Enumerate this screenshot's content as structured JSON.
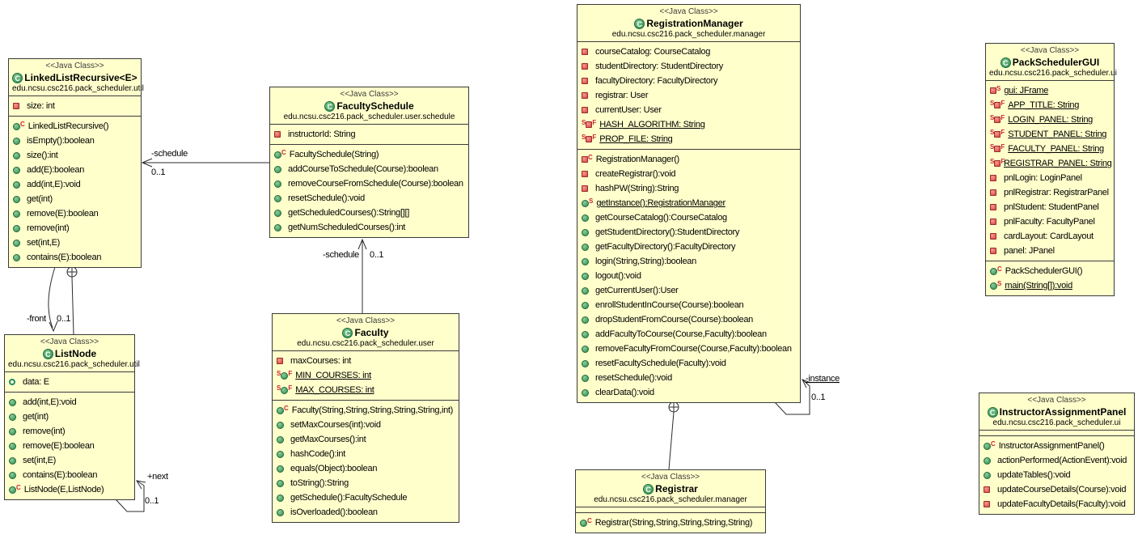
{
  "diagram": {
    "kind": "UML class diagram",
    "class_icon_letter": "C",
    "modifier_letters": {
      "static": "S",
      "final": "F",
      "constructor": "C"
    },
    "colors": {
      "background": "#ffffff",
      "class_fill": "#ffffcc",
      "border": "#3a3a3a",
      "public_icon": "#3f9e5e",
      "private_icon": "#d84343",
      "package_icon": "#1f8a70",
      "modifier_letter": "#cc2430"
    }
  },
  "classes": [
    {
      "id": "LinkedListRecursive",
      "stereotype": "<<Java Class>>",
      "name": "LinkedListRecursive<E>",
      "package": "edu.ncsu.csc216.pack_scheduler.util",
      "fields": [
        {
          "visibility": "private",
          "modifiers": [],
          "underline": false,
          "label": "size: int"
        }
      ],
      "methods": [
        {
          "visibility": "public",
          "modifiers": [
            "constructor"
          ],
          "underline": false,
          "label": "LinkedListRecursive()"
        },
        {
          "visibility": "public",
          "modifiers": [],
          "underline": false,
          "label": "isEmpty():boolean"
        },
        {
          "visibility": "public",
          "modifiers": [],
          "underline": false,
          "label": "size():int"
        },
        {
          "visibility": "public",
          "modifiers": [],
          "underline": false,
          "label": "add(E):boolean"
        },
        {
          "visibility": "public",
          "modifiers": [],
          "underline": false,
          "label": "add(int,E):void"
        },
        {
          "visibility": "public",
          "modifiers": [],
          "underline": false,
          "label": "get(int)"
        },
        {
          "visibility": "public",
          "modifiers": [],
          "underline": false,
          "label": "remove(E):boolean"
        },
        {
          "visibility": "public",
          "modifiers": [],
          "underline": false,
          "label": "remove(int)"
        },
        {
          "visibility": "public",
          "modifiers": [],
          "underline": false,
          "label": "set(int,E)"
        },
        {
          "visibility": "public",
          "modifiers": [],
          "underline": false,
          "label": "contains(E):boolean"
        }
      ]
    },
    {
      "id": "FacultySchedule",
      "stereotype": "<<Java Class>>",
      "name": "FacultySchedule",
      "package": "edu.ncsu.csc216.pack_scheduler.user.schedule",
      "fields": [
        {
          "visibility": "private",
          "modifiers": [],
          "underline": false,
          "label": "instructorId: String"
        }
      ],
      "methods": [
        {
          "visibility": "public",
          "modifiers": [
            "constructor"
          ],
          "underline": false,
          "label": "FacultySchedule(String)"
        },
        {
          "visibility": "public",
          "modifiers": [],
          "underline": false,
          "label": "addCourseToSchedule(Course):boolean"
        },
        {
          "visibility": "public",
          "modifiers": [],
          "underline": false,
          "label": "removeCourseFromSchedule(Course):boolean"
        },
        {
          "visibility": "public",
          "modifiers": [],
          "underline": false,
          "label": "resetSchedule():void"
        },
        {
          "visibility": "public",
          "modifiers": [],
          "underline": false,
          "label": "getScheduledCourses():String[][]"
        },
        {
          "visibility": "public",
          "modifiers": [],
          "underline": false,
          "label": "getNumScheduledCourses():int"
        }
      ]
    },
    {
      "id": "ListNode",
      "stereotype": "<<Java Class>>",
      "name": "ListNode",
      "package": "edu.ncsu.csc216.pack_scheduler.util",
      "fields": [
        {
          "visibility": "package",
          "modifiers": [],
          "underline": false,
          "label": "data: E"
        }
      ],
      "methods": [
        {
          "visibility": "public",
          "modifiers": [],
          "underline": false,
          "label": "add(int,E):void"
        },
        {
          "visibility": "public",
          "modifiers": [],
          "underline": false,
          "label": "get(int)"
        },
        {
          "visibility": "public",
          "modifiers": [],
          "underline": false,
          "label": "remove(int)"
        },
        {
          "visibility": "public",
          "modifiers": [],
          "underline": false,
          "label": "remove(E):boolean"
        },
        {
          "visibility": "public",
          "modifiers": [],
          "underline": false,
          "label": "set(int,E)"
        },
        {
          "visibility": "public",
          "modifiers": [],
          "underline": false,
          "label": "contains(E):boolean"
        },
        {
          "visibility": "public",
          "modifiers": [
            "constructor"
          ],
          "underline": false,
          "label": "ListNode(E,ListNode)"
        }
      ]
    },
    {
      "id": "Faculty",
      "stereotype": "<<Java Class>>",
      "name": "Faculty",
      "package": "edu.ncsu.csc216.pack_scheduler.user",
      "fields": [
        {
          "visibility": "private",
          "modifiers": [],
          "underline": false,
          "label": "maxCourses: int"
        },
        {
          "visibility": "public",
          "modifiers": [
            "static",
            "final"
          ],
          "underline": true,
          "label": "MIN_COURSES: int"
        },
        {
          "visibility": "public",
          "modifiers": [
            "static",
            "final"
          ],
          "underline": true,
          "label": "MAX_COURSES: int"
        }
      ],
      "methods": [
        {
          "visibility": "public",
          "modifiers": [
            "constructor"
          ],
          "underline": false,
          "label": "Faculty(String,String,String,String,String,int)"
        },
        {
          "visibility": "public",
          "modifiers": [],
          "underline": false,
          "label": "setMaxCourses(int):void"
        },
        {
          "visibility": "public",
          "modifiers": [],
          "underline": false,
          "label": "getMaxCourses():int"
        },
        {
          "visibility": "public",
          "modifiers": [],
          "underline": false,
          "label": "hashCode():int"
        },
        {
          "visibility": "public",
          "modifiers": [],
          "underline": false,
          "label": "equals(Object):boolean"
        },
        {
          "visibility": "public",
          "modifiers": [],
          "underline": false,
          "label": "toString():String"
        },
        {
          "visibility": "public",
          "modifiers": [],
          "underline": false,
          "label": "getSchedule():FacultySchedule"
        },
        {
          "visibility": "public",
          "modifiers": [],
          "underline": false,
          "label": "isOverloaded():boolean"
        }
      ]
    },
    {
      "id": "RegistrationManager",
      "stereotype": "<<Java Class>>",
      "name": "RegistrationManager",
      "package": "edu.ncsu.csc216.pack_scheduler.manager",
      "fields": [
        {
          "visibility": "private",
          "modifiers": [],
          "underline": false,
          "label": "courseCatalog: CourseCatalog"
        },
        {
          "visibility": "private",
          "modifiers": [],
          "underline": false,
          "label": "studentDirectory: StudentDirectory"
        },
        {
          "visibility": "private",
          "modifiers": [],
          "underline": false,
          "label": "facultyDirectory: FacultyDirectory"
        },
        {
          "visibility": "private",
          "modifiers": [],
          "underline": false,
          "label": "registrar: User"
        },
        {
          "visibility": "private",
          "modifiers": [],
          "underline": false,
          "label": "currentUser: User"
        },
        {
          "visibility": "private",
          "modifiers": [
            "static",
            "final"
          ],
          "underline": true,
          "label": "HASH_ALGORITHM: String"
        },
        {
          "visibility": "private",
          "modifiers": [
            "static",
            "final"
          ],
          "underline": true,
          "label": "PROP_FILE: String"
        }
      ],
      "methods": [
        {
          "visibility": "private",
          "modifiers": [
            "constructor"
          ],
          "underline": false,
          "label": "RegistrationManager()"
        },
        {
          "visibility": "private",
          "modifiers": [],
          "underline": false,
          "label": "createRegistrar():void"
        },
        {
          "visibility": "private",
          "modifiers": [],
          "underline": false,
          "label": "hashPW(String):String"
        },
        {
          "visibility": "public",
          "modifiers": [
            "static"
          ],
          "underline": true,
          "label": "getInstance():RegistrationManager"
        },
        {
          "visibility": "public",
          "modifiers": [],
          "underline": false,
          "label": "getCourseCatalog():CourseCatalog"
        },
        {
          "visibility": "public",
          "modifiers": [],
          "underline": false,
          "label": "getStudentDirectory():StudentDirectory"
        },
        {
          "visibility": "public",
          "modifiers": [],
          "underline": false,
          "label": "getFacultyDirectory():FacultyDirectory"
        },
        {
          "visibility": "public",
          "modifiers": [],
          "underline": false,
          "label": "login(String,String):boolean"
        },
        {
          "visibility": "public",
          "modifiers": [],
          "underline": false,
          "label": "logout():void"
        },
        {
          "visibility": "public",
          "modifiers": [],
          "underline": false,
          "label": "getCurrentUser():User"
        },
        {
          "visibility": "public",
          "modifiers": [],
          "underline": false,
          "label": "enrollStudentInCourse(Course):boolean"
        },
        {
          "visibility": "public",
          "modifiers": [],
          "underline": false,
          "label": "dropStudentFromCourse(Course):boolean"
        },
        {
          "visibility": "public",
          "modifiers": [],
          "underline": false,
          "label": "addFacultyToCourse(Course,Faculty):boolean"
        },
        {
          "visibility": "public",
          "modifiers": [],
          "underline": false,
          "label": "removeFacultyFromCourse(Course,Faculty):boolean"
        },
        {
          "visibility": "public",
          "modifiers": [],
          "underline": false,
          "label": "resetFacultySchedule(Faculty):void"
        },
        {
          "visibility": "public",
          "modifiers": [],
          "underline": false,
          "label": "resetSchedule():void"
        },
        {
          "visibility": "public",
          "modifiers": [],
          "underline": false,
          "label": "clearData():void"
        }
      ]
    },
    {
      "id": "Registrar",
      "stereotype": "<<Java Class>>",
      "name": "Registrar",
      "package": "edu.ncsu.csc216.pack_scheduler.manager",
      "fields": [],
      "methods": [
        {
          "visibility": "public",
          "modifiers": [
            "constructor"
          ],
          "underline": false,
          "label": "Registrar(String,String,String,String,String)"
        }
      ]
    },
    {
      "id": "PackSchedulerGUI",
      "stereotype": "<<Java Class>>",
      "name": "PackSchedulerGUI",
      "package": "edu.ncsu.csc216.pack_scheduler.ui",
      "fields": [
        {
          "visibility": "private",
          "modifiers": [
            "static"
          ],
          "underline": true,
          "label": "gui: JFrame"
        },
        {
          "visibility": "private",
          "modifiers": [
            "static",
            "final"
          ],
          "underline": true,
          "label": "APP_TITLE: String"
        },
        {
          "visibility": "private",
          "modifiers": [
            "static",
            "final"
          ],
          "underline": true,
          "label": "LOGIN_PANEL: String"
        },
        {
          "visibility": "private",
          "modifiers": [
            "static",
            "final"
          ],
          "underline": true,
          "label": "STUDENT_PANEL: String"
        },
        {
          "visibility": "private",
          "modifiers": [
            "static",
            "final"
          ],
          "underline": true,
          "label": "FACULTY_PANEL: String"
        },
        {
          "visibility": "private",
          "modifiers": [
            "static",
            "final"
          ],
          "underline": true,
          "label": "REGISTRAR_PANEL: String"
        },
        {
          "visibility": "private",
          "modifiers": [],
          "underline": false,
          "label": "pnlLogin: LoginPanel"
        },
        {
          "visibility": "private",
          "modifiers": [],
          "underline": false,
          "label": "pnlRegistrar: RegistrarPanel"
        },
        {
          "visibility": "private",
          "modifiers": [],
          "underline": false,
          "label": "pnlStudent: StudentPanel"
        },
        {
          "visibility": "private",
          "modifiers": [],
          "underline": false,
          "label": "pnlFaculty: FacultyPanel"
        },
        {
          "visibility": "private",
          "modifiers": [],
          "underline": false,
          "label": "cardLayout: CardLayout"
        },
        {
          "visibility": "private",
          "modifiers": [],
          "underline": false,
          "label": "panel: JPanel"
        }
      ],
      "methods": [
        {
          "visibility": "public",
          "modifiers": [
            "constructor"
          ],
          "underline": false,
          "label": "PackSchedulerGUI()"
        },
        {
          "visibility": "public",
          "modifiers": [
            "static"
          ],
          "underline": true,
          "label": "main(String[]):void"
        }
      ]
    },
    {
      "id": "InstructorAssignmentPanel",
      "stereotype": "<<Java Class>>",
      "name": "InstructorAssignmentPanel",
      "package": "edu.ncsu.csc216.pack_scheduler.ui",
      "fields": [],
      "methods": [
        {
          "visibility": "public",
          "modifiers": [
            "constructor"
          ],
          "underline": false,
          "label": "InstructorAssignmentPanel()"
        },
        {
          "visibility": "public",
          "modifiers": [],
          "underline": false,
          "label": "actionPerformed(ActionEvent):void"
        },
        {
          "visibility": "public",
          "modifiers": [],
          "underline": false,
          "label": "updateTables():void"
        },
        {
          "visibility": "private",
          "modifiers": [],
          "underline": false,
          "label": "updateCourseDetails(Course):void"
        },
        {
          "visibility": "private",
          "modifiers": [],
          "underline": false,
          "label": "updateFacultyDetails(Faculty):void"
        }
      ]
    }
  ],
  "edges": [
    {
      "id": "schedule-to-linkedlist",
      "type": "association",
      "from": "FacultySchedule",
      "to": "LinkedListRecursive",
      "label": "-schedule",
      "multiplicity": "0..1",
      "label_underline": false
    },
    {
      "id": "front",
      "type": "association",
      "from": "LinkedListRecursive",
      "to": "ListNode",
      "label": "-front",
      "multiplicity": "0..1",
      "label_underline": false
    },
    {
      "id": "linkedlist-nests-listnode",
      "type": "nesting",
      "from": "LinkedListRecursive",
      "to": "ListNode"
    },
    {
      "id": "next-self",
      "type": "association",
      "from": "ListNode",
      "to": "ListNode",
      "label": "+next",
      "multiplicity": "0..1",
      "label_underline": false
    },
    {
      "id": "faculty-schedule",
      "type": "association",
      "from": "Faculty",
      "to": "FacultySchedule",
      "label": "-schedule",
      "multiplicity": "0..1",
      "label_underline": false
    },
    {
      "id": "instance-self",
      "type": "association",
      "from": "RegistrationManager",
      "to": "RegistrationManager",
      "label": "-instance",
      "multiplicity": "0..1",
      "label_underline": true
    },
    {
      "id": "manager-nests-registrar",
      "type": "nesting",
      "from": "RegistrationManager",
      "to": "Registrar"
    }
  ]
}
